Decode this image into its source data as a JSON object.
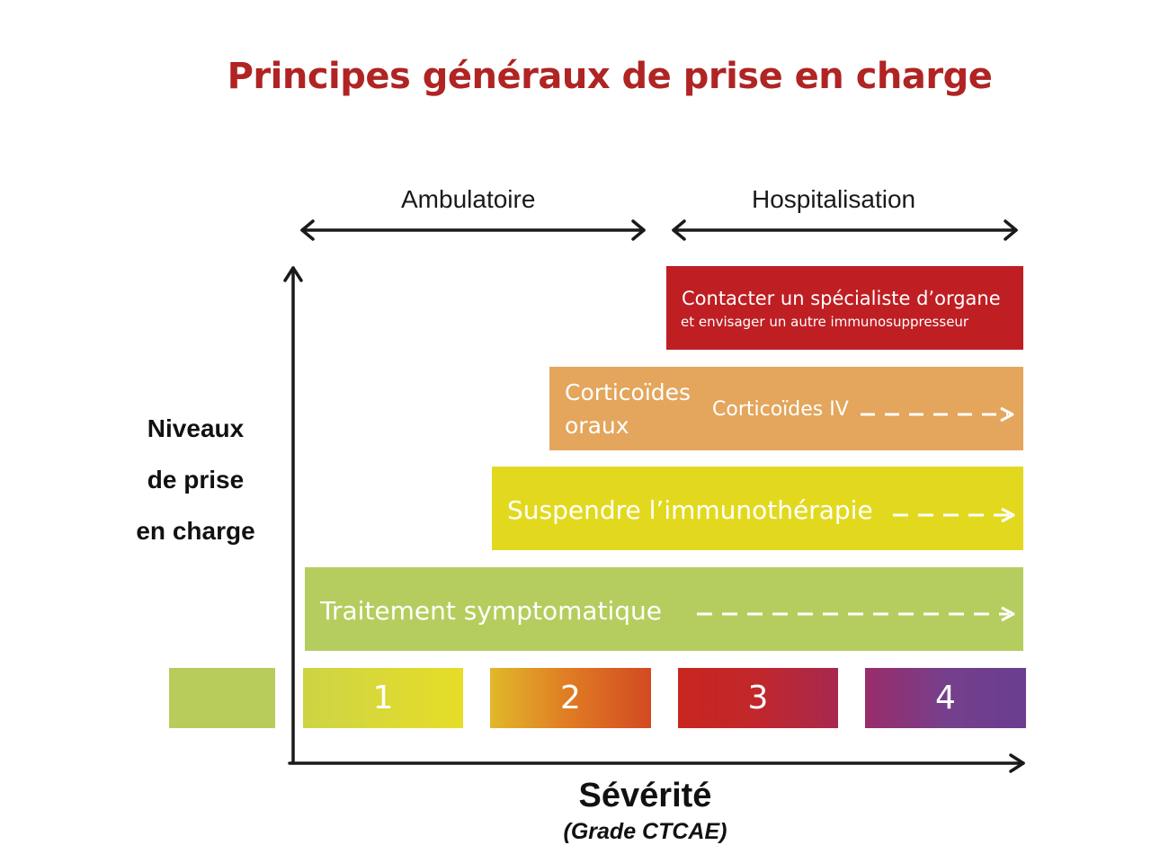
{
  "title": "Principes généraux de prise en charge",
  "phases": {
    "ambulatoire": "Ambulatoire",
    "hospitalisation": "Hospitalisation"
  },
  "y_axis_label": [
    "Niveaux",
    "de prise",
    "en charge"
  ],
  "x_axis": {
    "label": "Sévérité",
    "sublabel": "(Grade CTCAE)"
  },
  "levels": {
    "specialist": {
      "line1": "Contacter un spécialiste d’organe",
      "line2": "et envisager un autre immunosuppresseur",
      "color": "#bf1e23"
    },
    "corticoids": {
      "oral_line1": "Corticoïdes",
      "oral_line2": "oraux",
      "iv": "Corticoïdes IV",
      "color": "#e3a65c"
    },
    "suspend": {
      "label": "Suspendre l’immunothérapie",
      "color": "#e2d91f"
    },
    "symptomatic": {
      "label": "Traitement symptomatique",
      "color": "#b5cd5e"
    }
  },
  "grades": [
    "1",
    "2",
    "3",
    "4"
  ]
}
